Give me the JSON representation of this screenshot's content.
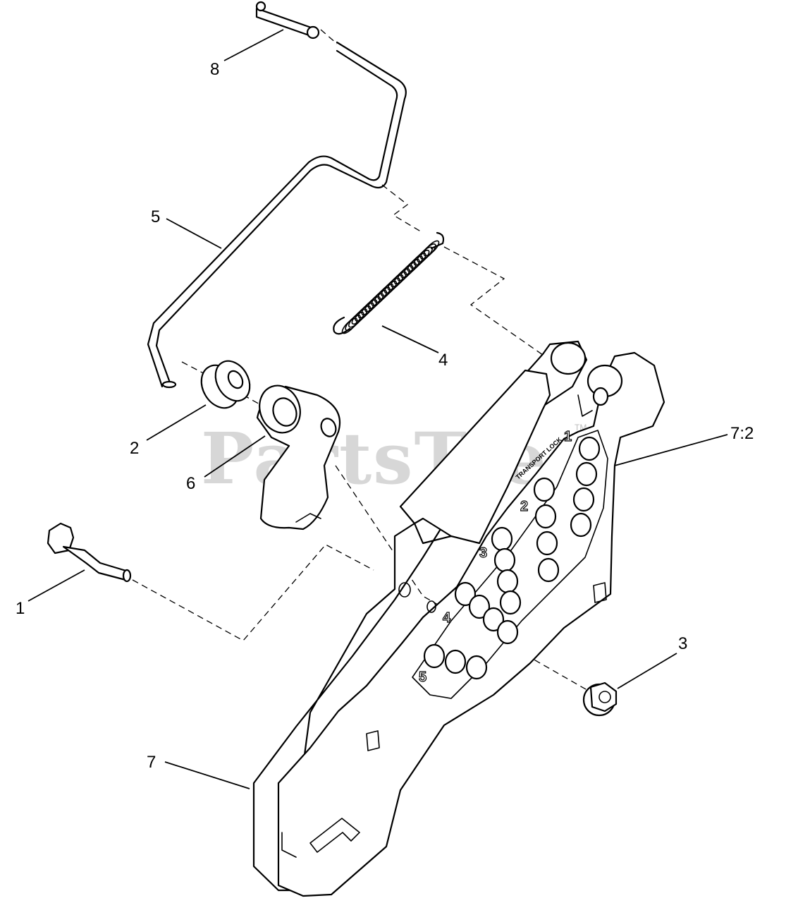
{
  "watermark": {
    "text": "PartsTree",
    "trademark": "TM"
  },
  "callouts": [
    {
      "id": "1",
      "label": "1"
    },
    {
      "id": "2",
      "label": "2"
    },
    {
      "id": "3",
      "label": "3"
    },
    {
      "id": "4",
      "label": "4"
    },
    {
      "id": "5",
      "label": "5"
    },
    {
      "id": "6",
      "label": "6"
    },
    {
      "id": "7",
      "label": "7"
    },
    {
      "id": "7-2",
      "label": "7:2"
    },
    {
      "id": "8",
      "label": "8"
    }
  ],
  "plate": {
    "transport_label": "TRANSPORT LOCK",
    "position_numbers": [
      "1",
      "2",
      "3",
      "4",
      "5"
    ]
  }
}
